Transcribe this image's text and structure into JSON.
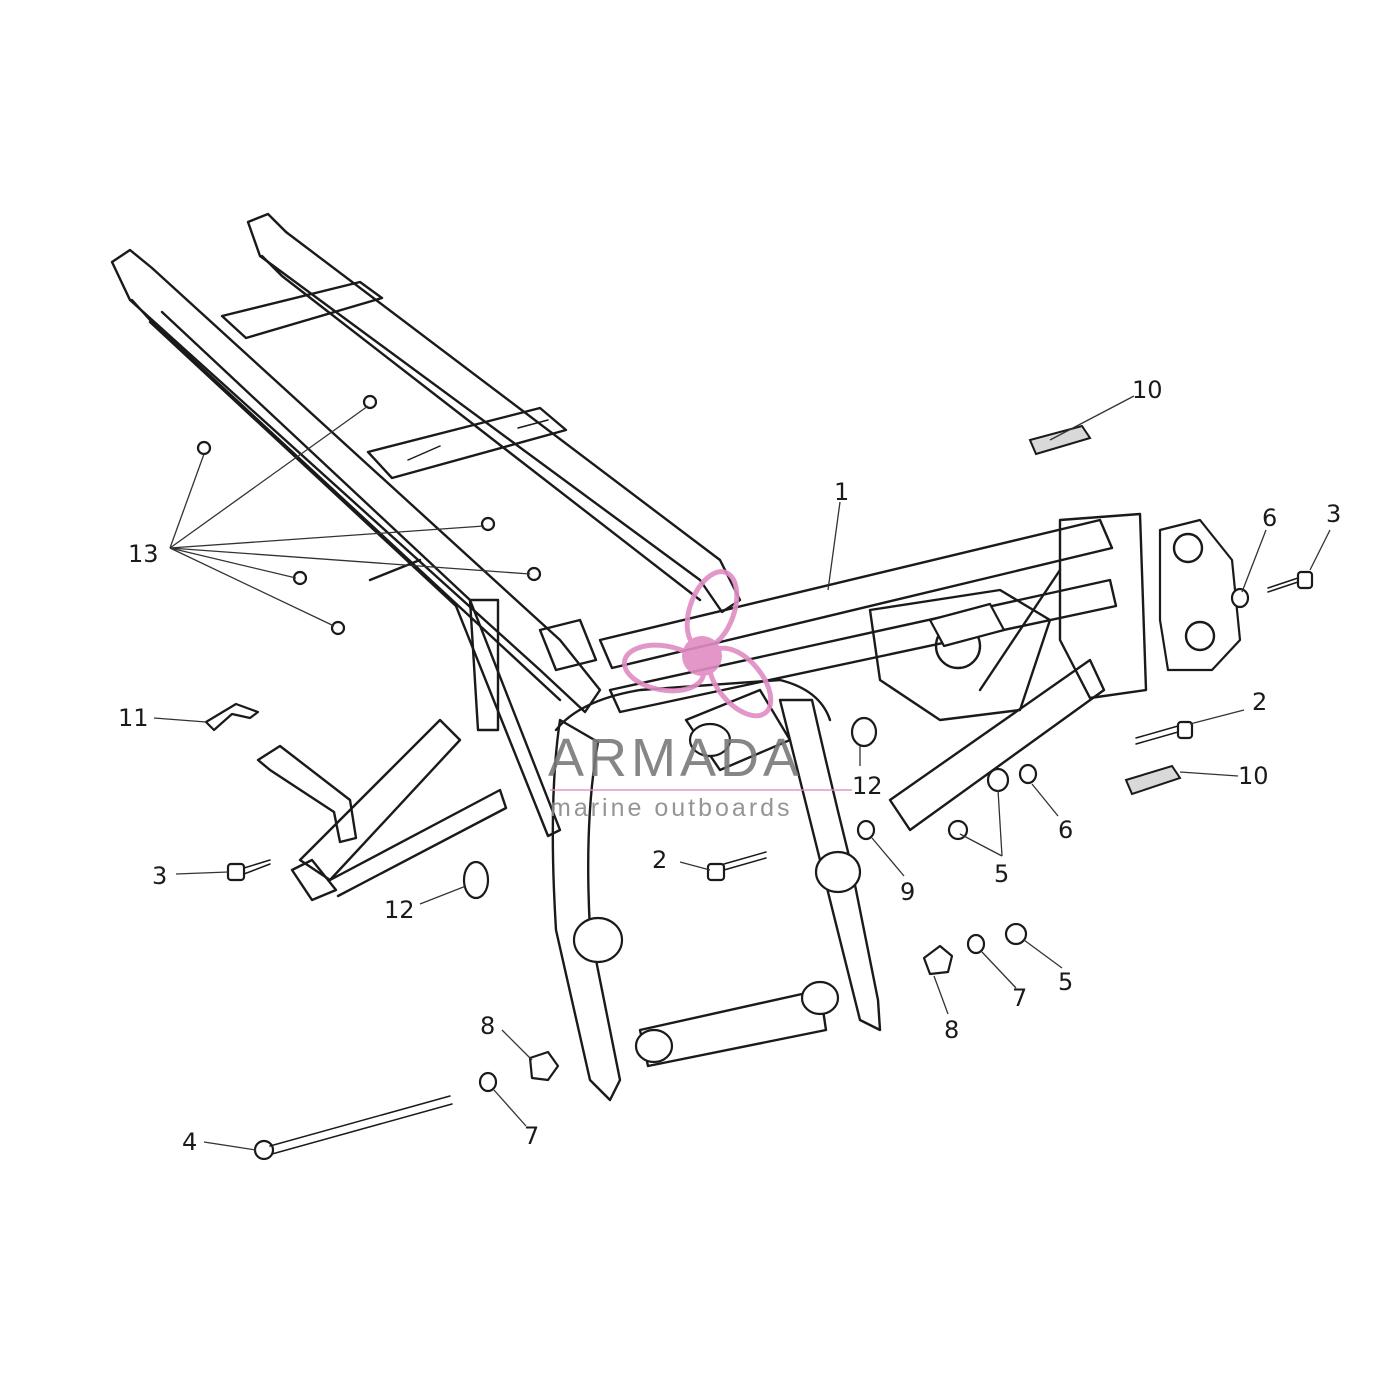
{
  "watermark": {
    "brand": "ARMADA",
    "tagline": "marine outboards",
    "accent_color": "#e08cc4"
  },
  "callouts": [
    {
      "id": "c1",
      "label": "1"
    },
    {
      "id": "c2a",
      "label": "2"
    },
    {
      "id": "c2b",
      "label": "2"
    },
    {
      "id": "c3a",
      "label": "3"
    },
    {
      "id": "c3b",
      "label": "3"
    },
    {
      "id": "c4",
      "label": "4"
    },
    {
      "id": "c5a",
      "label": "5"
    },
    {
      "id": "c5b",
      "label": "5"
    },
    {
      "id": "c6a",
      "label": "6"
    },
    {
      "id": "c6b",
      "label": "6"
    },
    {
      "id": "c7a",
      "label": "7"
    },
    {
      "id": "c7b",
      "label": "7"
    },
    {
      "id": "c8a",
      "label": "8"
    },
    {
      "id": "c8b",
      "label": "8"
    },
    {
      "id": "c9",
      "label": "9"
    },
    {
      "id": "c10a",
      "label": "10"
    },
    {
      "id": "c10b",
      "label": "10"
    },
    {
      "id": "c11",
      "label": "11"
    },
    {
      "id": "c12a",
      "label": "12"
    },
    {
      "id": "c12b",
      "label": "12"
    },
    {
      "id": "c13",
      "label": "13"
    }
  ]
}
